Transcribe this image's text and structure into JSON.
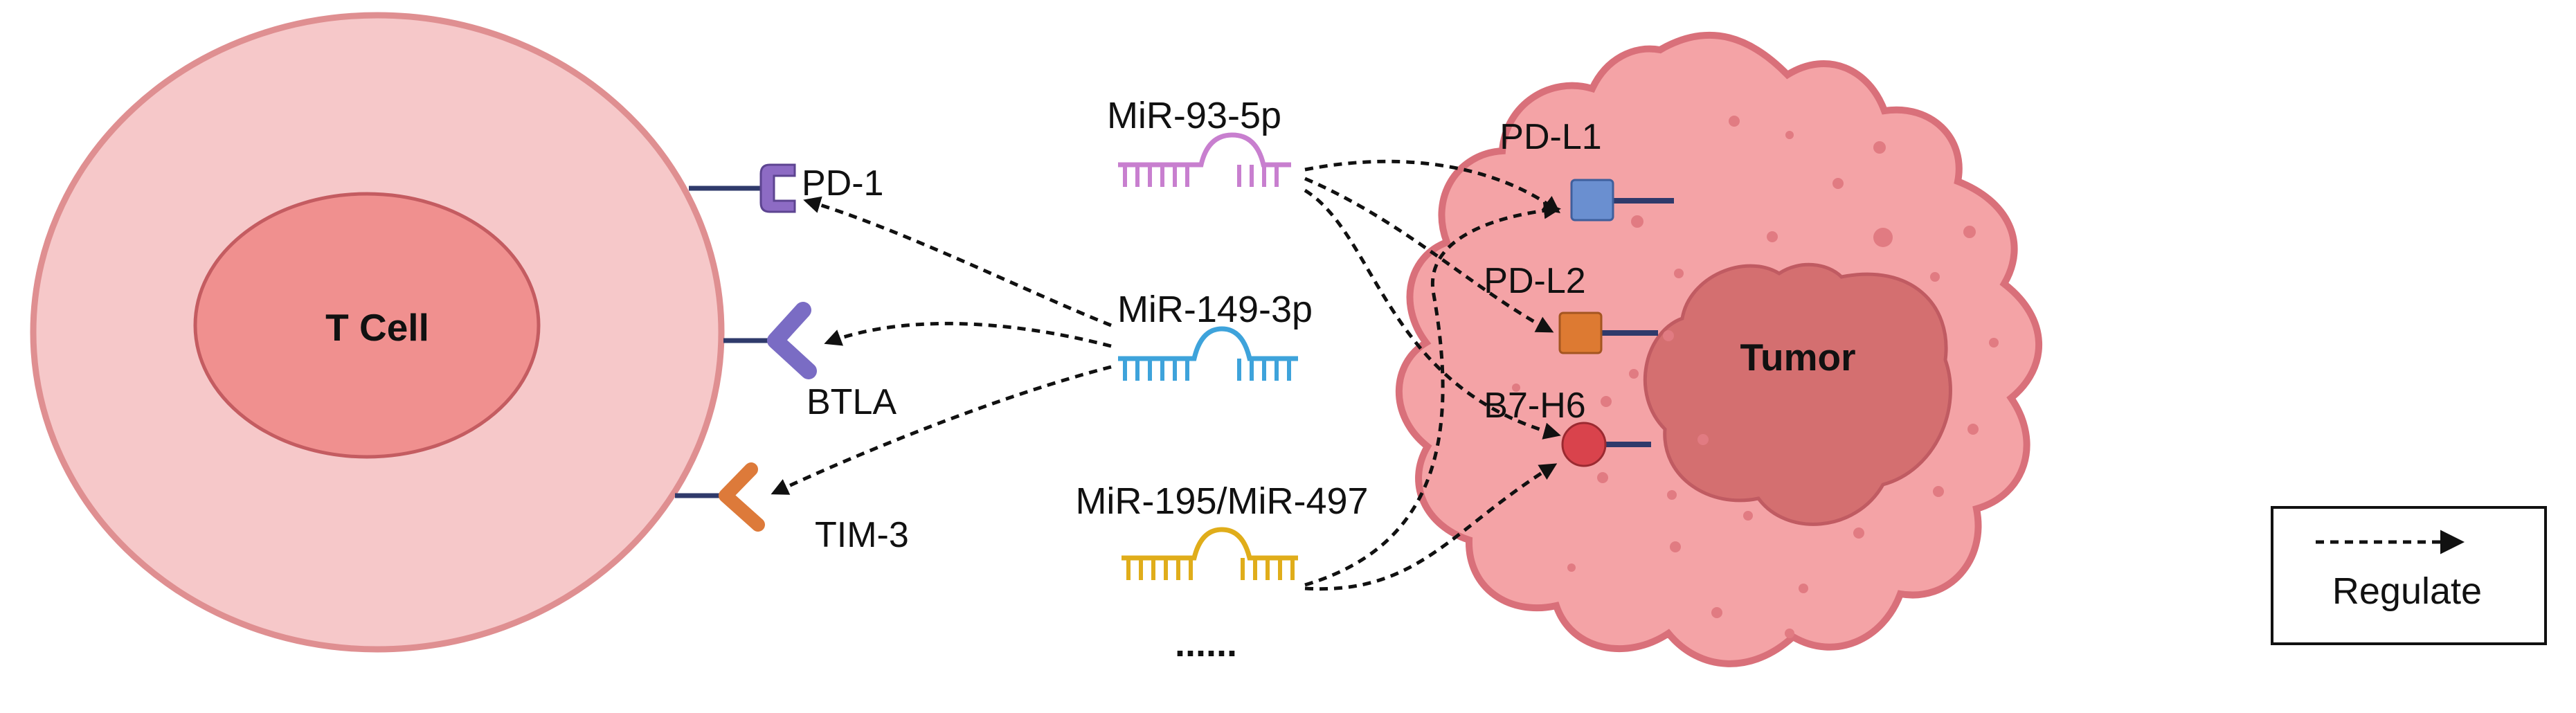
{
  "cells": {
    "t_cell_label": "T Cell",
    "tumor_label": "Tumor"
  },
  "t_cell_receptors": {
    "pd1": "PD-1",
    "btla": "BTLA",
    "tim3": "TIM-3"
  },
  "tumor_ligands": {
    "pdl1": "PD-L1",
    "pdl2": "PD-L2",
    "b7h6": "B7-H6"
  },
  "mirnas": {
    "mir93": "MiR-93-5p",
    "mir149": "MiR-149-3p",
    "mir195": "MiR-195/MiR-497",
    "more": "......"
  },
  "legend": {
    "label": "Regulate"
  },
  "colors": {
    "t_cell_outer": "#f6c8c9",
    "t_cell_outer_stroke": "#df8f91",
    "t_cell_nucleus": "#f0908f",
    "tumor_body": "#f4a3a6",
    "tumor_stroke": "#d9707a",
    "tumor_nucleus": "#d46f70",
    "mir93": "#c87fcf",
    "mir149": "#3ea3db",
    "mir195": "#e0ad1a",
    "pd1": "#8d6bc4",
    "btla": "#7a6cc4",
    "tim3": "#dd7a3a",
    "pdl1": "#6a8fd0",
    "pdl2": "#dd7a32",
    "b7h6": "#d9434c",
    "stalk": "#2f3a6b"
  }
}
